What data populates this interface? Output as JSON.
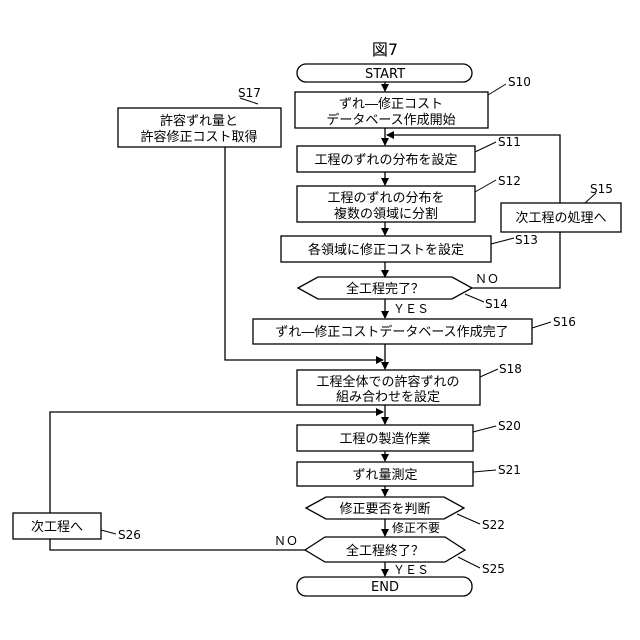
{
  "diagram": {
    "title": "図7",
    "nodes": {
      "start": [
        "START"
      ],
      "s10": [
        "ずれ―修正コスト",
        "データベース作成開始"
      ],
      "s11": [
        "工程のずれの分布を設定"
      ],
      "s12": [
        "工程のずれの分布を",
        "複数の領域に分割"
      ],
      "s13": [
        "各領域に修正コストを設定"
      ],
      "s14": [
        "全工程完了？"
      ],
      "s15": [
        "次工程の処理へ"
      ],
      "s16": [
        "ずれ―修正コストデータベース作成完了"
      ],
      "s17": [
        "許容ずれ量と",
        "許容修正コスト取得"
      ],
      "s18": [
        "工程全体での許容ずれの",
        "組み合わせを設定"
      ],
      "s20": [
        "工程の製造作業"
      ],
      "s21": [
        "ずれ量測定"
      ],
      "s22": [
        "修正要否を判断"
      ],
      "s25": [
        "全工程終了？"
      ],
      "s26": [
        "次工程へ"
      ],
      "end": [
        "END"
      ]
    },
    "step_labels": {
      "s10": "S10",
      "s11": "S11",
      "s12": "S12",
      "s13": "S13",
      "s14": "S14",
      "s15": "S15",
      "s16": "S16",
      "s17": "S17",
      "s18": "S18",
      "s20": "S20",
      "s21": "S21",
      "s22": "S22",
      "s25": "S25",
      "s26": "S26"
    },
    "edge_labels": {
      "s14_no": "ＮＯ",
      "s14_yes": "ＹＥＳ",
      "s22_no_fix": "修正不要",
      "s25_no": "ＮＯ",
      "s25_yes": "ＹＥＳ"
    }
  }
}
